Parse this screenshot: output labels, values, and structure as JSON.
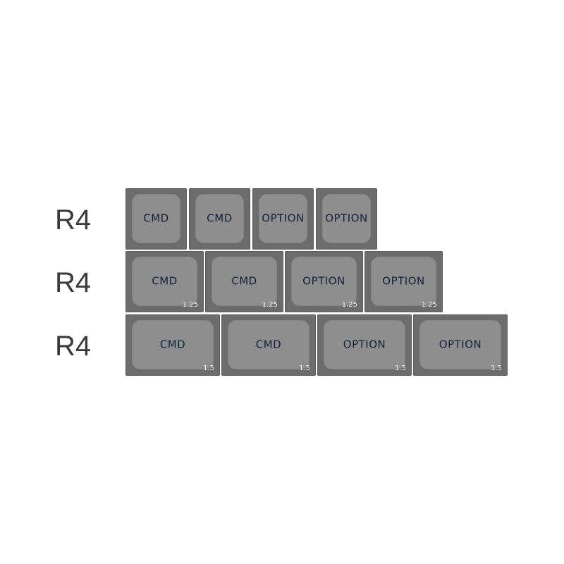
{
  "colors": {
    "key_outer": "#6c6c6c",
    "key_top": "#8e8e8e",
    "legend": "#14213d",
    "size_label": "#eeeeee",
    "row_label": "#3a3a3a"
  },
  "rows": [
    {
      "label": "R4",
      "keys": [
        {
          "legend": "CMD",
          "size": ""
        },
        {
          "legend": "CMD",
          "size": ""
        },
        {
          "legend": "OPTION",
          "size": ""
        },
        {
          "legend": "OPTION",
          "size": ""
        }
      ]
    },
    {
      "label": "R4",
      "keys": [
        {
          "legend": "CMD",
          "size": "1.25"
        },
        {
          "legend": "CMD",
          "size": "1.25"
        },
        {
          "legend": "OPTION",
          "size": "1.25"
        },
        {
          "legend": "OPTION",
          "size": "1.25"
        }
      ]
    },
    {
      "label": "R4",
      "keys": [
        {
          "legend": "CMD",
          "size": "1.5"
        },
        {
          "legend": "CMD",
          "size": "1.5"
        },
        {
          "legend": "OPTION",
          "size": "1.5"
        },
        {
          "legend": "OPTION",
          "size": "1.5"
        }
      ]
    }
  ]
}
